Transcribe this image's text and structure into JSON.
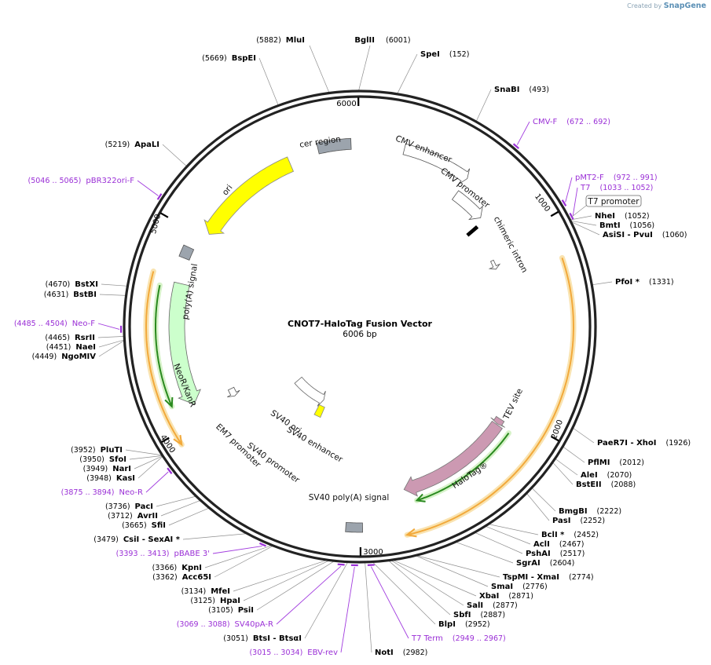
{
  "watermark": {
    "prefix": "Created by",
    "brand": "SnapGene"
  },
  "plasmid": {
    "name": "CNOT7-HaloTag Fusion Vector",
    "size_label": "6006 bp",
    "length": 6006
  },
  "ticks": [
    {
      "label": "1000",
      "pos": 1000
    },
    {
      "label": "2000",
      "pos": 2000
    },
    {
      "label": "3000",
      "pos": 3000
    },
    {
      "label": "4000",
      "pos": 4000
    },
    {
      "label": "5000",
      "pos": 5000
    },
    {
      "label": "6000",
      "pos": 6000
    }
  ],
  "enzymes": [
    {
      "name": "MluI",
      "pos": "(5882)",
      "bp": 5882
    },
    {
      "name": "BglII",
      "pos": "(6001)",
      "bp": 6001
    },
    {
      "name": "SpeI",
      "pos": "(152)",
      "bp": 152
    },
    {
      "name": "BspEI",
      "pos": "(5669)",
      "bp": 5669
    },
    {
      "name": "SnaBI",
      "pos": "(493)",
      "bp": 493
    },
    {
      "name": "ApaLI",
      "pos": "(5219)",
      "bp": 5219
    },
    {
      "name": "NheI",
      "pos": "(1052)",
      "bp": 1052
    },
    {
      "name": "BmtI",
      "pos": "(1056)",
      "bp": 1056
    },
    {
      "name": "AsiSI - PvuI",
      "pos": "(1060)",
      "bp": 1060
    },
    {
      "name": "PfoI *",
      "pos": "(1331)",
      "bp": 1331
    },
    {
      "name": "BstXI",
      "pos": "(4670)",
      "bp": 4670
    },
    {
      "name": "BstBI",
      "pos": "(4631)",
      "bp": 4631
    },
    {
      "name": "RsrII",
      "pos": "(4465)",
      "bp": 4465
    },
    {
      "name": "NaeI",
      "pos": "(4451)",
      "bp": 4451
    },
    {
      "name": "NgoMIV",
      "pos": "(4449)",
      "bp": 4449
    },
    {
      "name": "PaeR7I - XhoI",
      "pos": "(1926)",
      "bp": 1926
    },
    {
      "name": "PluTI",
      "pos": "(3952)",
      "bp": 3952
    },
    {
      "name": "SfoI",
      "pos": "(3950)",
      "bp": 3950
    },
    {
      "name": "NarI",
      "pos": "(3949)",
      "bp": 3949
    },
    {
      "name": "KasI",
      "pos": "(3948)",
      "bp": 3948
    },
    {
      "name": "PflMI",
      "pos": "(2012)",
      "bp": 2012
    },
    {
      "name": "AleI",
      "pos": "(2070)",
      "bp": 2070
    },
    {
      "name": "BstEII",
      "pos": "(2088)",
      "bp": 2088
    },
    {
      "name": "PacI",
      "pos": "(3736)",
      "bp": 3736
    },
    {
      "name": "AvrII",
      "pos": "(3712)",
      "bp": 3712
    },
    {
      "name": "SfiI",
      "pos": "(3665)",
      "bp": 3665
    },
    {
      "name": "BmgBI",
      "pos": "(2222)",
      "bp": 2222
    },
    {
      "name": "PasI",
      "pos": "(2252)",
      "bp": 2252
    },
    {
      "name": "CsiI - SexAI *",
      "pos": "(3479)",
      "bp": 3479
    },
    {
      "name": "BclI *",
      "pos": "(2452)",
      "bp": 2452
    },
    {
      "name": "AclI",
      "pos": "(2467)",
      "bp": 2467
    },
    {
      "name": "PshAI",
      "pos": "(2517)",
      "bp": 2517
    },
    {
      "name": "SgrAI",
      "pos": "(2604)",
      "bp": 2604
    },
    {
      "name": "KpnI",
      "pos": "(3366)",
      "bp": 3366
    },
    {
      "name": "Acc65I",
      "pos": "(3362)",
      "bp": 3362
    },
    {
      "name": "TspMI - XmaI",
      "pos": "(2774)",
      "bp": 2774
    },
    {
      "name": "SmaI",
      "pos": "(2776)",
      "bp": 2776
    },
    {
      "name": "MfeI",
      "pos": "(3134)",
      "bp": 3134
    },
    {
      "name": "HpaI",
      "pos": "(3125)",
      "bp": 3125
    },
    {
      "name": "PsiI",
      "pos": "(3105)",
      "bp": 3105
    },
    {
      "name": "XbaI",
      "pos": "(2871)",
      "bp": 2871
    },
    {
      "name": "SalI",
      "pos": "(2877)",
      "bp": 2877
    },
    {
      "name": "SbfI",
      "pos": "(2887)",
      "bp": 2887
    },
    {
      "name": "BlpI",
      "pos": "(2952)",
      "bp": 2952
    },
    {
      "name": "BtsI - BtsαI",
      "pos": "(3051)",
      "bp": 3051
    },
    {
      "name": "NotI",
      "pos": "(2982)",
      "bp": 2982
    }
  ],
  "primers": [
    {
      "name": "CMV-F",
      "range": "(672 .. 692)",
      "bp": 682
    },
    {
      "name": "pMT2-F",
      "range": "(972 .. 991)",
      "bp": 981
    },
    {
      "name": "T7",
      "range": "(1033 .. 1052)",
      "bp": 1042
    },
    {
      "name": "pBR322ori-F",
      "range": "(5046 .. 5065)",
      "bp": 5055
    },
    {
      "name": "Neo-F",
      "range": "(4485 .. 4504)",
      "bp": 4494
    },
    {
      "name": "Neo-R",
      "range": "(3875 .. 3894)",
      "bp": 3884
    },
    {
      "name": "pBABE 3'",
      "range": "(3393 .. 3413)",
      "bp": 3403
    },
    {
      "name": "SV40pA-R",
      "range": "(3069 .. 3088)",
      "bp": 3078
    },
    {
      "name": "EBV-rev",
      "range": "(3015 .. 3034)",
      "bp": 3024
    },
    {
      "name": "T7 Term",
      "range": "(2949 .. 2967)",
      "bp": 2958
    }
  ],
  "features": [
    {
      "name": "cer region",
      "color": "#9ca4ad"
    },
    {
      "name": "CMV enhancer",
      "color": "#ffffff"
    },
    {
      "name": "CMV promoter",
      "color": "#ffffff"
    },
    {
      "name": "T7 promoter",
      "color": "#ffffff"
    },
    {
      "name": "chimeric intron",
      "color": "#ffffff"
    },
    {
      "name": "ori",
      "color": "#ffff00"
    },
    {
      "name": "poly(A) signal",
      "color": "#9ca4ad"
    },
    {
      "name": "NeoR/KanR",
      "color": "#ccffcc"
    },
    {
      "name": "EM7 promoter",
      "color": "#ffffff"
    },
    {
      "name": "SV40 ori",
      "color": "#ffff00"
    },
    {
      "name": "SV40 enhancer",
      "color": "#ffffff"
    },
    {
      "name": "SV40 promoter",
      "color": "#ffffff"
    },
    {
      "name": "SV40 poly(A) signal",
      "color": "#9ca4ad"
    },
    {
      "name": "TEV site",
      "color": "#cc99b2"
    },
    {
      "name": "HaloTag®",
      "color": "#cc99b2"
    }
  ],
  "colors": {
    "primer": "#9a2fd6",
    "orf": "#f2a93b",
    "orf_glow": "#f9e3b0",
    "green_orf": "#2a8a1f",
    "backbone": "#222222"
  }
}
